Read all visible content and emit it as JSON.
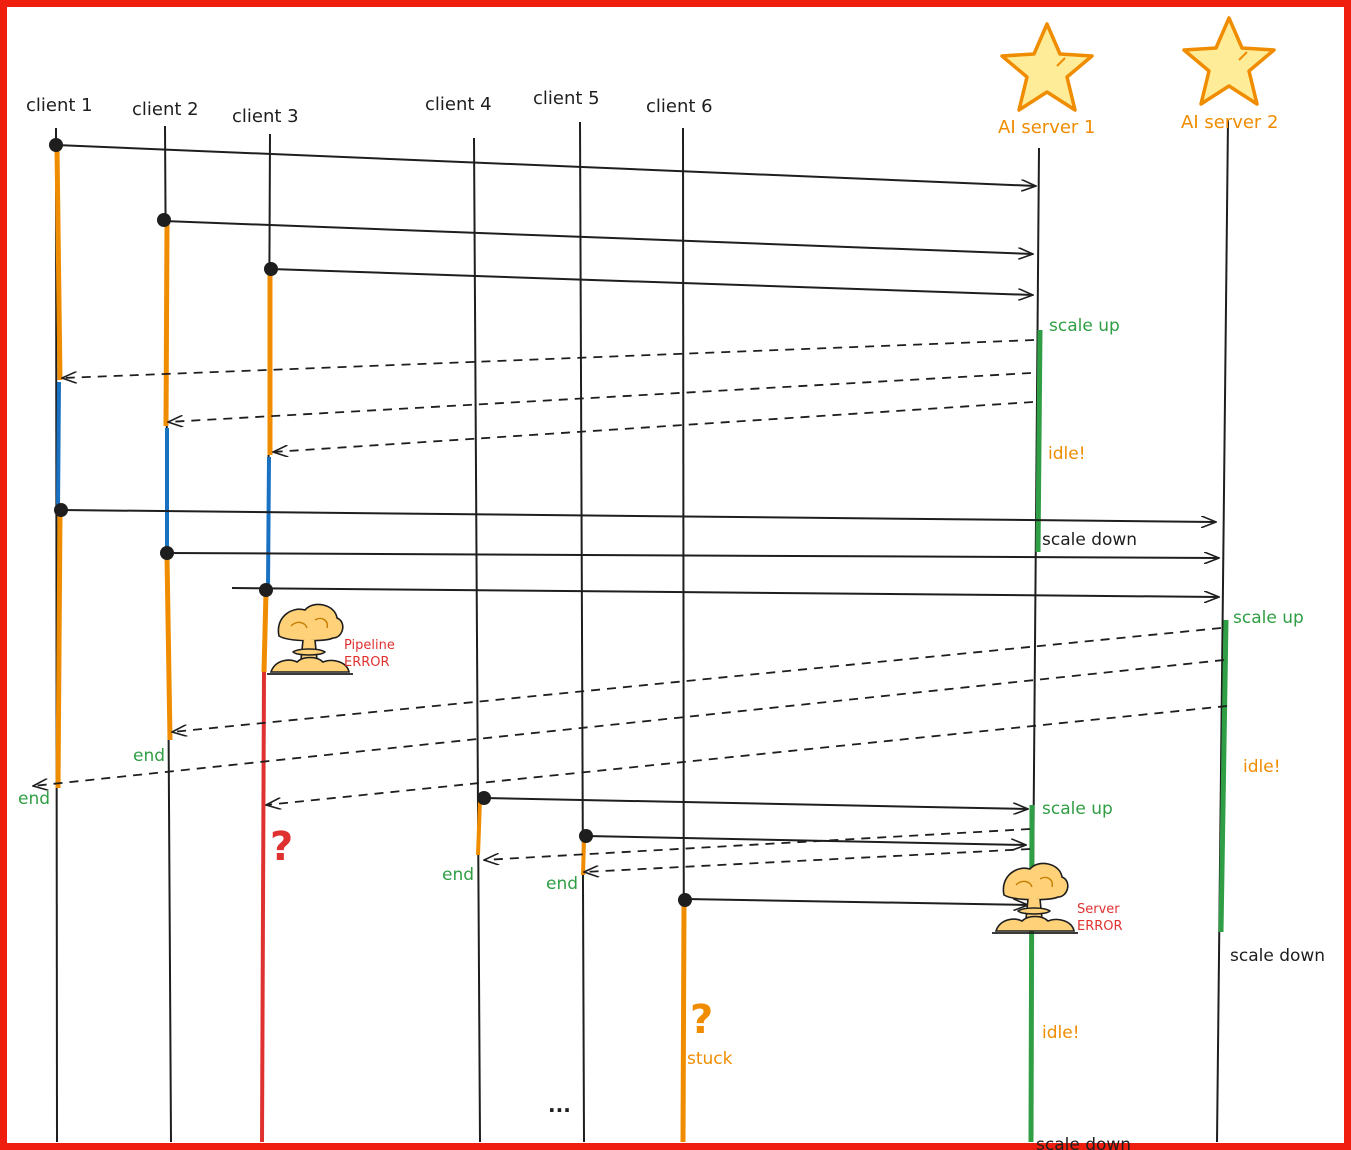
{
  "clients": [
    {
      "label": "client 1",
      "end_label": "end"
    },
    {
      "label": "client 2",
      "end_label": "end"
    },
    {
      "label": "client 3",
      "error_label_1": "Pipeline",
      "error_label_2": "ERROR",
      "question": "?"
    },
    {
      "label": "client 4",
      "end_label": "end"
    },
    {
      "label": "client 5",
      "end_label": "end"
    },
    {
      "label": "client 6",
      "question": "?",
      "stuck_label": "stuck"
    }
  ],
  "servers": [
    {
      "label": "AI server 1",
      "scale_up_1": "scale up",
      "idle_1": "idle!",
      "scale_down_1": "scale down",
      "scale_up_2": "scale up",
      "error_label_1": "Server",
      "error_label_2": "ERROR",
      "idle_2": "idle!",
      "scale_down_2": "scale down"
    },
    {
      "label": "AI server 2",
      "scale_up": "scale up",
      "idle": "idle!",
      "scale_down": "scale down"
    }
  ],
  "ellipsis": "...",
  "colors": {
    "border": "#f01e0f",
    "line": "#1e1e1e",
    "processing": "#f08c00",
    "waiting": "#1971c2",
    "active": "#2f9e44",
    "error": "#e03131",
    "star_fill": "#ffec99"
  }
}
